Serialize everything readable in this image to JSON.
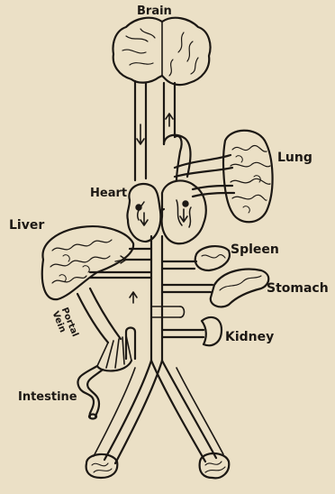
{
  "labels": {
    "brain": "Brain",
    "lung": "Lung",
    "heart": "Heart",
    "liver": "Liver",
    "spleen": "Spleen",
    "stomach": "Stomach",
    "kidney": "Kidney",
    "intestine": "Intestine",
    "portal_vein_line1": "Portal",
    "portal_vein_line2": "Vein"
  },
  "colors": {
    "paper": "#ebe0c6",
    "ink": "#1c1814"
  }
}
